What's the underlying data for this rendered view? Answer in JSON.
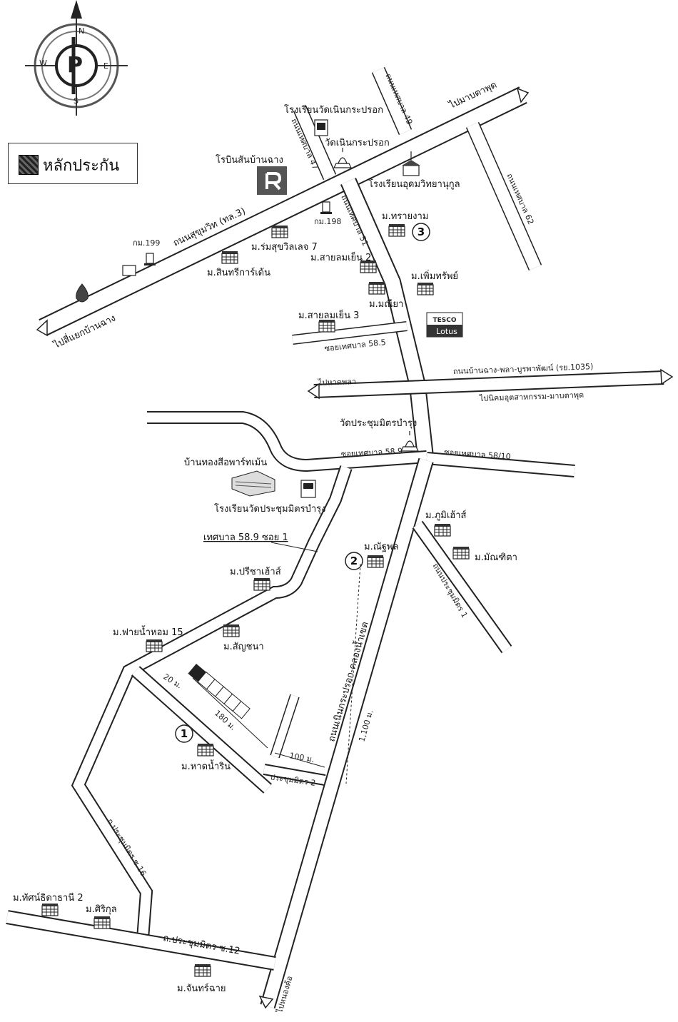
{
  "compass": {
    "n": "N",
    "s": "S",
    "e": "E",
    "w": "W",
    "logo": "P"
  },
  "legend": {
    "label": "หลักประกัน"
  },
  "roads": {
    "sukhumvit": "ถนนสุขุมวิท (ทล.3)",
    "to_bang_chang": "ไปสี่แยกบ้านฉาง",
    "to_map_ta_phut": "ไปมาบตาพุด",
    "soi_47": "ถนนเทศบาล 47",
    "soi_49": "ถนนเทศบาล 49",
    "soi_62": "ถนนเทศบาล 62",
    "soi_51": "ถนนเทศบาล 51",
    "soi_58_5": "ซอยเทศบาล 58.5",
    "ban_chang_phala": "ถนนบ้านฉาง-พลา-บูรพาพัฒน์ (รย.1035)",
    "to_hat_phala": "ไปหาดพลา",
    "to_industrial": "ไปนิคมอุตสาหกรรม-มาบตาพุด",
    "soi_58_9": "ซอยเทศบาล 58.9",
    "soi_58_10": "ซอยเทศบาล 58/10",
    "soi_58_9_1": "เทศบาล 58.9 ซอย 1",
    "nern_kra_prok": "ถนนเนินกระปรอก-คลองน้ำเขต",
    "prachum_mit_1": "ถนนประชุมมิตร 1",
    "prachum_mit_2": "ประชุมมิตร 2",
    "prachum_mit_16": "ถ.ประชุมมิตร ซ.16",
    "prachum_mit_12": "ถ.ประชุมมิตร ซ.12",
    "to_nong_kho": "ไปหนองค้อ"
  },
  "landmarks": {
    "airport": "โรบินสันบ้านฉาง",
    "school_wat_nern": "โรงเรียนวัดเนินกระปรอก",
    "wat_nern": "วัดเนินกระปรอก",
    "school_udom": "โรงเรียนอุดมวิทยานุกูล",
    "km199": "กม.199",
    "km198": "กม.198",
    "tesco": "TESCO",
    "lotus": "Lotus",
    "wat_prachum": "วัดประชุมมิตรบำรุง",
    "baan_thong": "บ้านทองสีอพาร์ทเม้น",
    "school_prachum": "โรงเรียนวัดประชุมมิตรบำรุง"
  },
  "villages": {
    "rom_suk": "ม.ร่มสุขวิลเลจ 7",
    "sin_tri": "ม.สินทรีการ์เด้น",
    "sai_lom_2": "ม.สายลมเย็น 2",
    "manee_ya": "ม.มณียา",
    "sai_lom_3": "ม.สายลมเย็น 3",
    "sai_ngam": "ม.ทรายงาม",
    "phoem_sap": "ม.เพิ่มทรัพย์",
    "phum_mi": "ม.ภูมิเฮ้าส์",
    "chatchaphon": "ม.ณัฐพล",
    "manthita": "ม.มัณฑิตา",
    "pricha": "ม.ปรีชาเฮ้าส์",
    "fai_nam_hom": "ม.ฟายน้ำหอม 15",
    "sanyachana": "ม.สัญชนา",
    "hat_nam_rin": "ม.หาดน้ำริน",
    "thatsana": "ม.ทัศน์ธิดาธานี 2",
    "sirikun": "ม.ศิริกุล",
    "chan_chai": "ม.จันทร์ฉาย"
  },
  "markers": {
    "m1": "1",
    "m2": "2",
    "m3": "3"
  },
  "distances": {
    "d20": "20 ม.",
    "d180": "180 ม.",
    "d100": "100 ม.",
    "d1100": "1,100 ม."
  }
}
